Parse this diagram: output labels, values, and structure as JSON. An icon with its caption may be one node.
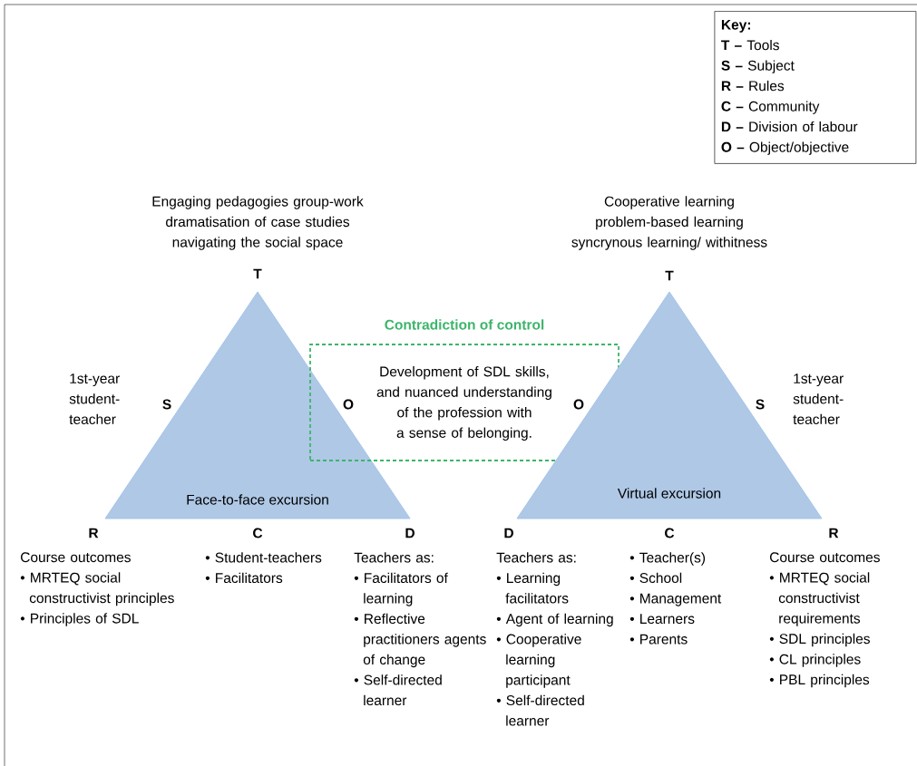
{
  "diagram": {
    "nodes": [
      {
        "text": [
          "Key:",
          "**T –** Tools",
          "**S –** Subject",
          "**R –** Rules",
          "**C –** Community",
          "**D –** Division of labour",
          "**O –** Object/objective"
        ]
      },
      {
        "text": [
          "Face-to-face excursion"
        ]
      },
      {
        "text": [
          "Contradiction of control",
          "Development of SDL skills, and nuanced understanding of the profession with a sense of belonging."
        ]
      },
      {
        "text": [
          "Virtual excursion"
        ]
      }
    ],
    "labels": [
      "Engaging pedagogies group-work dramatisation of case studies navigating the social space",
      "Cooperative learning problem-based learning syncrynous learning/ withitness",
      "T",
      "T",
      "1st-year student-teacher",
      "S",
      "O",
      "O",
      "S",
      "1st-year student-teacher",
      "R",
      "C",
      "D",
      "D",
      "C",
      "R",
      "Course outcomes",
      "• MRTEQ social constructivist principles",
      "• Principles of SDL",
      "• Student-teachers",
      "• Facilitators",
      "Teachers as:",
      "• Facilitators of learning",
      "• Reflective practitioners agents of change",
      "• Self-directed learner",
      "Teachers as:",
      "• Learning facilitators",
      "• Agent of learning",
      "• Cooperative learning participant",
      "• Self-directed learner",
      "• Teacher(s)",
      "• School",
      "• Management",
      "• Learners",
      "• Parents",
      "Course outcomes",
      "• MRTEQ social constructivist requirements",
      "• SDL principles",
      "• CL principles",
      "• PBL principles"
    ]
  }
}
